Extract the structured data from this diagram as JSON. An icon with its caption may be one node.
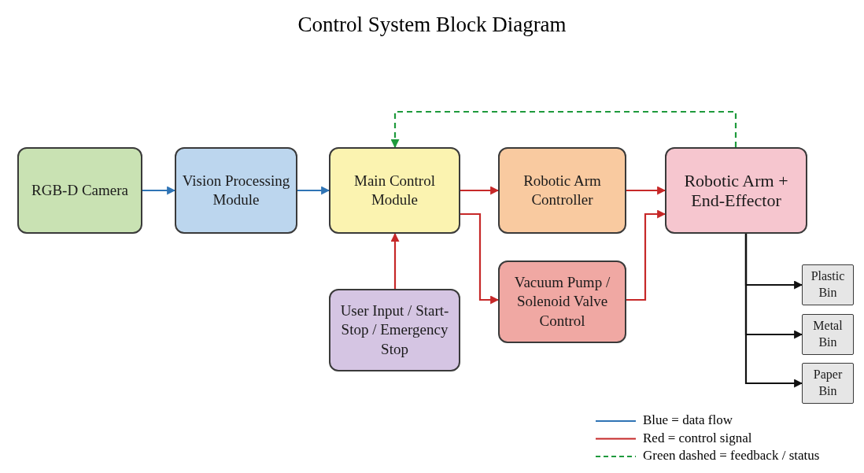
{
  "diagram": {
    "title": "Control System Block Diagram",
    "nodes": [
      {
        "text": [
          "RGB-D Camera"
        ]
      },
      {
        "text": [
          "Vision Processing Module"
        ]
      },
      {
        "text": [
          "Main Control Module"
        ]
      },
      {
        "text": [
          "Robotic Arm Controller"
        ]
      },
      {
        "text": [
          "Robotic Arm + End-Effector"
        ]
      },
      {
        "text": [
          "User Input / Start-Stop / Emergency Stop"
        ]
      },
      {
        "text": [
          "Vacuum Pump / Solenoid Valve Control"
        ]
      },
      {
        "text": [
          "Plastic Bin"
        ]
      },
      {
        "text": [
          "Metal Bin"
        ]
      },
      {
        "text": [
          "Paper Bin"
        ]
      }
    ],
    "edges": [
      {
        "from": 0,
        "to": 1,
        "arrow": "to",
        "color": "#2f74b5"
      },
      {
        "from": 1,
        "to": 2,
        "arrow": "to",
        "color": "#2f74b5"
      },
      {
        "from": 2,
        "to": 3,
        "arrow": "to"
      },
      {
        "from": 2,
        "to": 6,
        "arrow": "to"
      },
      {
        "from": 5,
        "to": 2,
        "arrow": "to"
      },
      {
        "from": 3,
        "to": 4,
        "arrow": "to"
      },
      {
        "from": 6,
        "to": 4,
        "arrow": "to"
      },
      {
        "from": 4,
        "to": 2,
        "arrow": "to",
        "style": "dashed",
        "color": "#1e9a3c"
      },
      {
        "from": 4,
        "to": 7,
        "arrow": "to",
        "color": "#111111"
      },
      {
        "from": 4,
        "to": 8,
        "arrow": "to",
        "color": "#111111"
      },
      {
        "from": 4,
        "to": 9,
        "arrow": "to",
        "color": "#111111"
      }
    ],
    "legend": [
      {
        "text": "Blue = data flow"
      },
      {
        "text": "Red = control signal"
      },
      {
        "text": "Green dashed = feedback / status"
      }
    ]
  }
}
